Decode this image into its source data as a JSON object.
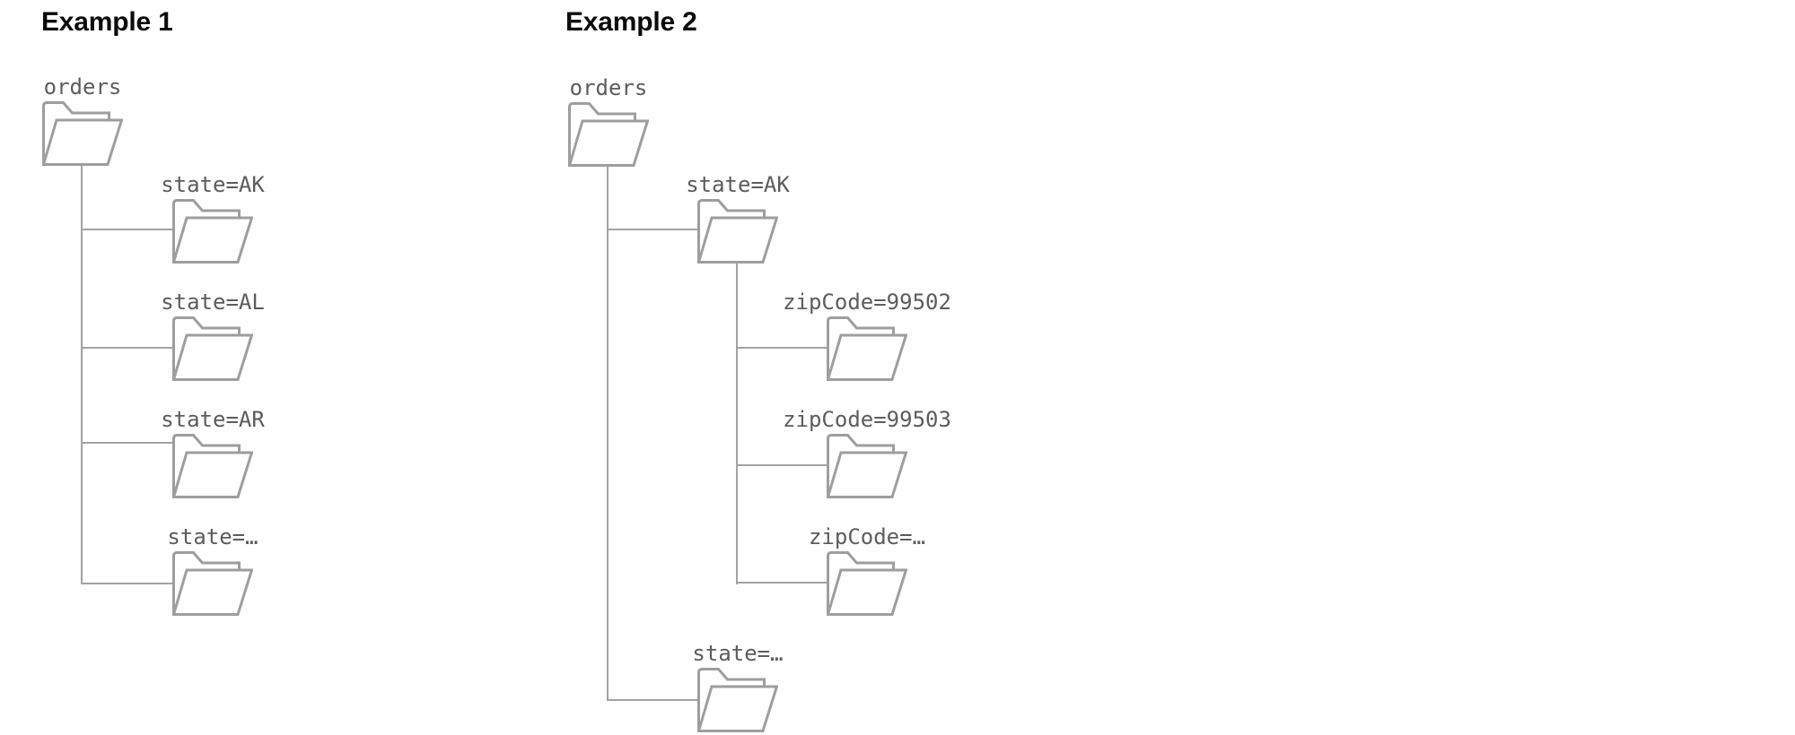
{
  "colors": {
    "heading": "#0a0a0a",
    "label": "#5c5c5c",
    "folder_stroke": "#9e9e9e",
    "connector": "#a3a3a3",
    "page_bg": "#ffffff"
  },
  "icons": {
    "folder": "open-folder-outline"
  },
  "examples": [
    {
      "title": "Example 1",
      "nodes": [
        {
          "label": "orders"
        },
        {
          "label": "state=AK"
        },
        {
          "label": "state=AL"
        },
        {
          "label": "state=AR"
        },
        {
          "label": "state=…"
        }
      ]
    },
    {
      "title": "Example 2",
      "nodes": [
        {
          "label": "orders"
        },
        {
          "label": "state=AK"
        },
        {
          "label": "zipCode=99502"
        },
        {
          "label": "zipCode=99503"
        },
        {
          "label": "zipCode=…"
        },
        {
          "label": "state=…"
        }
      ]
    }
  ]
}
